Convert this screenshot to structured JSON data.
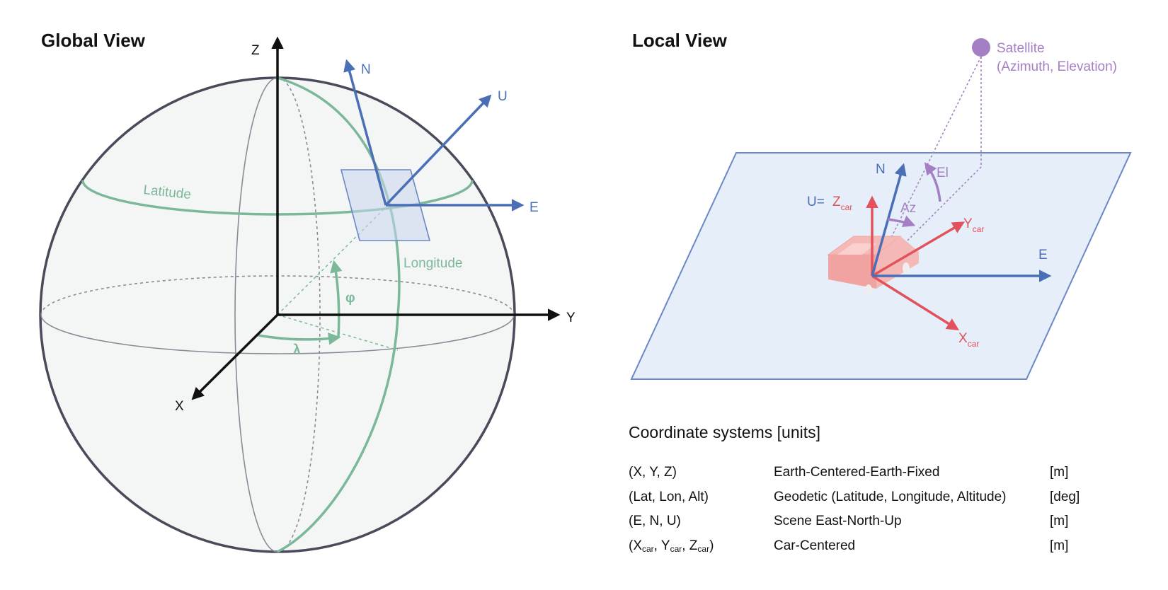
{
  "global_view": {
    "title": "Global View",
    "axes": {
      "z": "Z",
      "y": "Y",
      "x": "X"
    },
    "enu": {
      "n": "N",
      "u": "U",
      "e": "E"
    },
    "latitude_label": "Latitude",
    "longitude_label": "Longitude",
    "phi_label": "φ",
    "lambda_label": "λ",
    "colors": {
      "green": "#7bb89a",
      "blue": "#4a6fb5",
      "sphere_outline": "#4a4a5a"
    }
  },
  "local_view": {
    "title": "Local View",
    "satellite": {
      "line1": "Satellite",
      "line2": "(Azimuth, Elevation)"
    },
    "n_label": "N",
    "e_label": "E",
    "u_prefix": "U=",
    "z_car": {
      "main": "Z",
      "sub": "car"
    },
    "y_car": {
      "main": "Y",
      "sub": "car"
    },
    "x_car": {
      "main": "X",
      "sub": "car"
    },
    "el_label": "El",
    "az_label": "Az",
    "colors": {
      "plane": "#e6eef9",
      "red": "#e2525c",
      "purple": "#a57fc4"
    }
  },
  "legend": {
    "title": "Coordinate systems [units]",
    "rows": [
      {
        "symbol": "(X, Y, Z)",
        "name": "Earth-Centered-Earth-Fixed",
        "unit": "[m]"
      },
      {
        "symbol": "(Lat, Lon, Alt)",
        "name": "Geodetic (Latitude, Longitude, Altitude)",
        "unit": "[deg]"
      },
      {
        "symbol": "(E, N, U)",
        "name": "Scene East-North-Up",
        "unit": "[m]"
      }
    ],
    "car_row": {
      "open": "(X",
      "sub1": "car",
      "sep1": ", Y",
      "sub2": "car",
      "sep2": ", Z",
      "sub3": "car",
      "close": ")",
      "name": "Car-Centered",
      "unit": "[m]"
    }
  }
}
